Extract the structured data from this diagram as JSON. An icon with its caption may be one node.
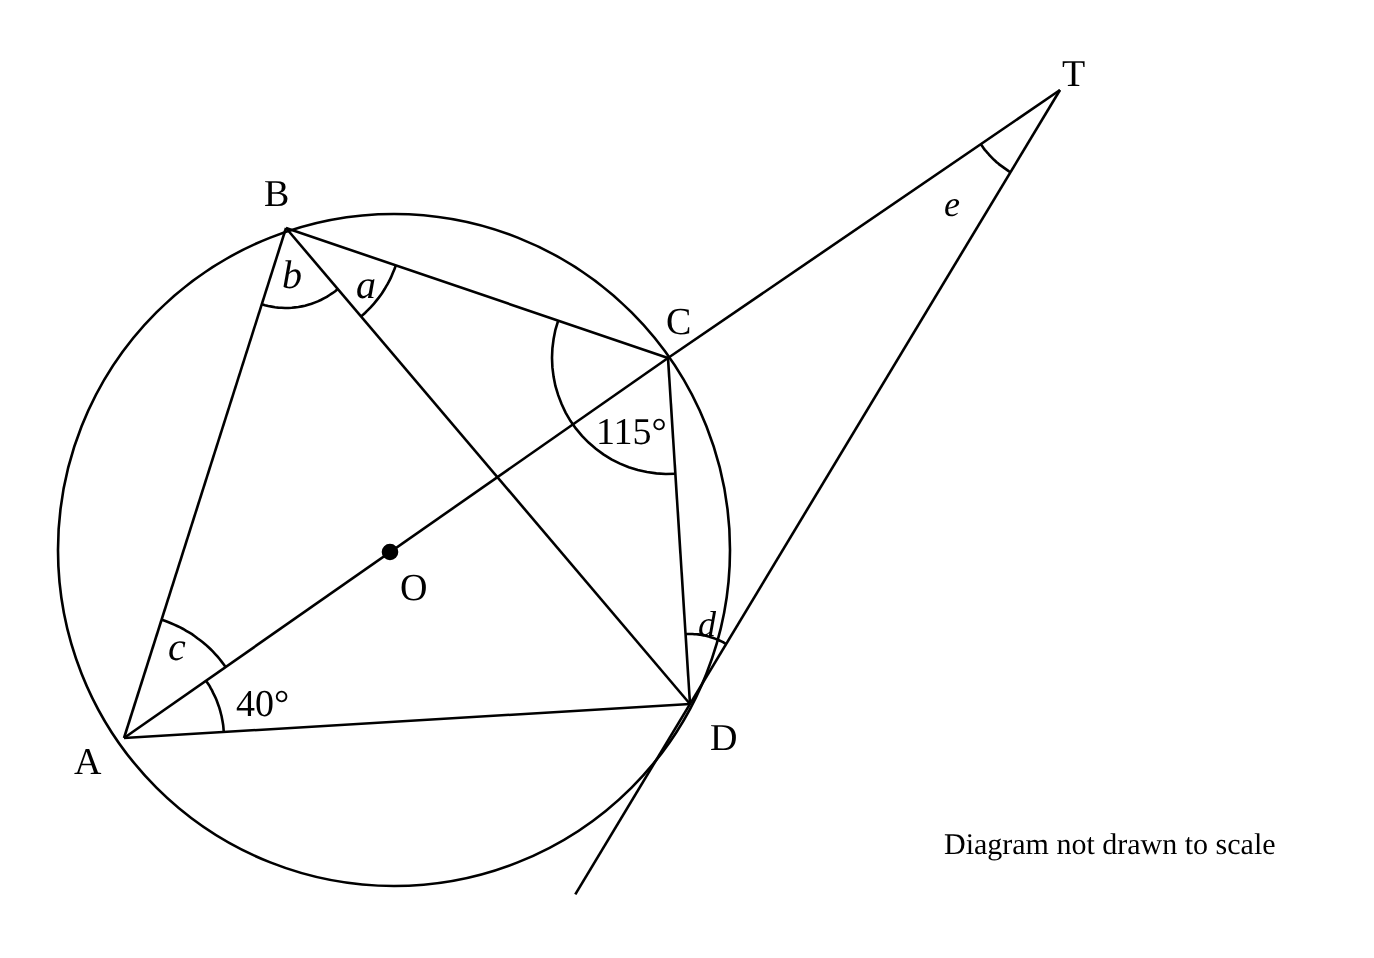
{
  "diagram": {
    "labels": [
      "T",
      "B",
      "a",
      "b",
      "e",
      "C",
      "115°",
      "O",
      "c",
      "d",
      "40°",
      "A",
      "D",
      "Diagram not drawn to scale"
    ]
  }
}
